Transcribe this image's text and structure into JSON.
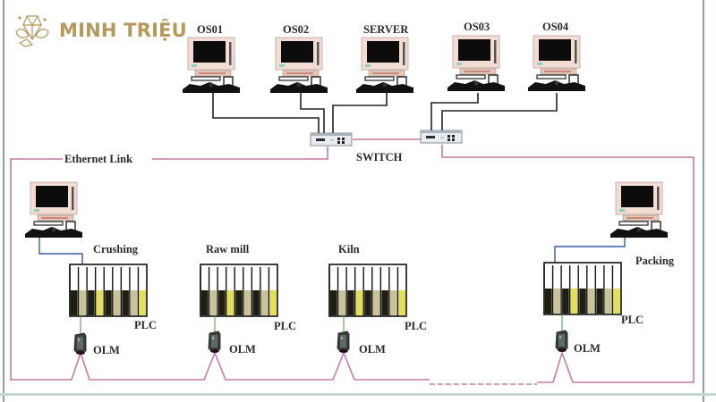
{
  "brand": {
    "name": "MINH TRIỆU",
    "color": "#b8975a",
    "logo_icon": "crystal-lotus-icon"
  },
  "colors": {
    "ethernet": "#c77aa6",
    "lan": "#222222",
    "plc_link": "#3a5aa8",
    "olm_link": "#6aa86a",
    "plc_module_light": "#c9c39a",
    "plc_module_yellow": "#e2e05a"
  },
  "top_nodes": [
    {
      "label": "OS01",
      "icon": "computer-icon"
    },
    {
      "label": "OS02",
      "icon": "computer-icon"
    },
    {
      "label": "SERVER",
      "icon": "computer-icon"
    },
    {
      "label": "OS03",
      "icon": "computer-icon"
    },
    {
      "label": "OS04",
      "icon": "computer-icon"
    }
  ],
  "switch": {
    "label": "SWITCH",
    "icon": "network-switch-icon"
  },
  "ethernet_label": "Ethernet Link",
  "stations": [
    {
      "label": "Crushing",
      "has_pc": true,
      "plc_label": "PLC",
      "olm_label": "OLM"
    },
    {
      "label": "Raw mill",
      "has_pc": false,
      "plc_label": "PLC",
      "olm_label": "OLM"
    },
    {
      "label": "Kiln",
      "has_pc": false,
      "plc_label": "PLC",
      "olm_label": "OLM"
    },
    {
      "label": "Packing",
      "has_pc": true,
      "plc_label": "PLC",
      "olm_label": "OLM"
    }
  ]
}
